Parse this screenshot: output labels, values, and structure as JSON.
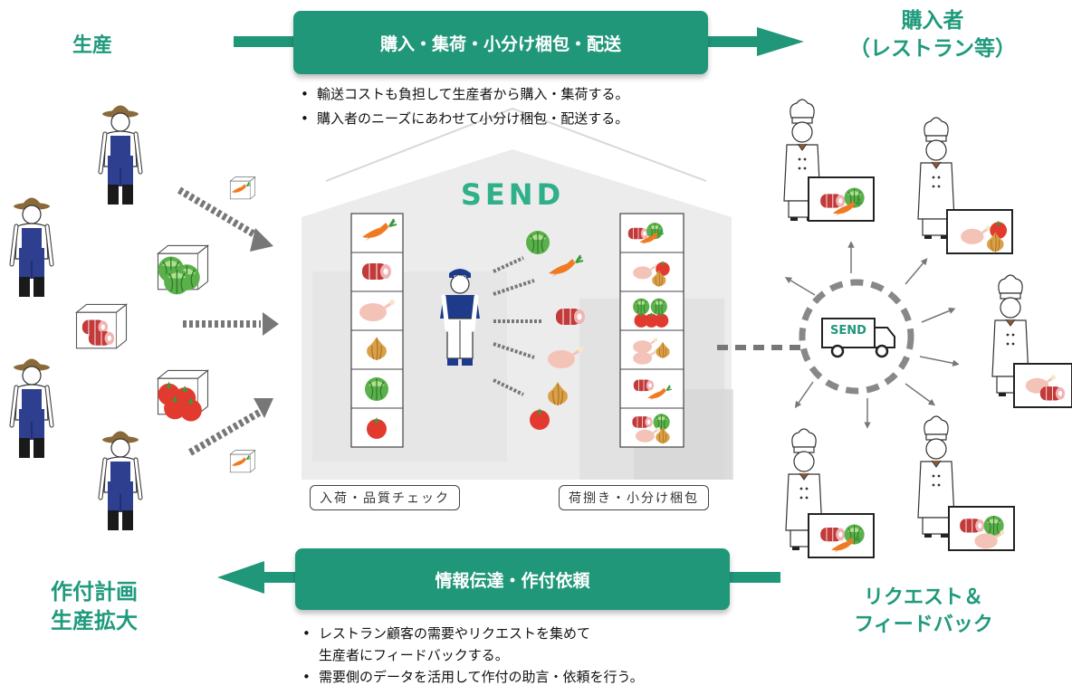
{
  "left": {
    "production": "生産",
    "plan_line1": "作付計画",
    "plan_line2": "生産拡大"
  },
  "right": {
    "buyer_line1": "購入者",
    "buyer_line2": "（レストラン等）",
    "request_line1": "リクエスト＆",
    "request_line2": "フィードバック"
  },
  "top_banner": "購入・集荷・小分け梱包・配送",
  "top_bullets": [
    "輸送コストも負担して生産者から購入・集荷する。",
    "購入者のニーズにあわせて小分け梱包・配送する。"
  ],
  "bottom_banner": "情報伝達・作付依頼",
  "bottom_bullets": [
    {
      "line1": "レストラン顧客の需要やリクエストを集めて",
      "line2": "生産者にフィードバックする。"
    },
    {
      "line1": "需要側のデータを活用して作付の助言・依頼を行う。"
    }
  ],
  "warehouse": {
    "brand": "SEND",
    "inbound_label": "入荷・品質チェック",
    "packing_label": "荷捌き・小分け梱包",
    "staff_cap": "SEND"
  },
  "truck": {
    "brand": "SEND"
  },
  "colors": {
    "brand_green": "#21977a",
    "overall_blue": "#1e3a8a",
    "warehouse_gray": "#e9e9e9",
    "arrow_gray": "#777777"
  },
  "icons": {
    "farmer": "farmer-icon",
    "chef": "chef-icon",
    "truck": "truck-icon",
    "carrot": "carrot-icon",
    "meat": "meat-icon",
    "chicken": "chicken-icon",
    "onion": "onion-icon",
    "cabbage": "cabbage-icon",
    "tomato": "tomato-icon"
  }
}
